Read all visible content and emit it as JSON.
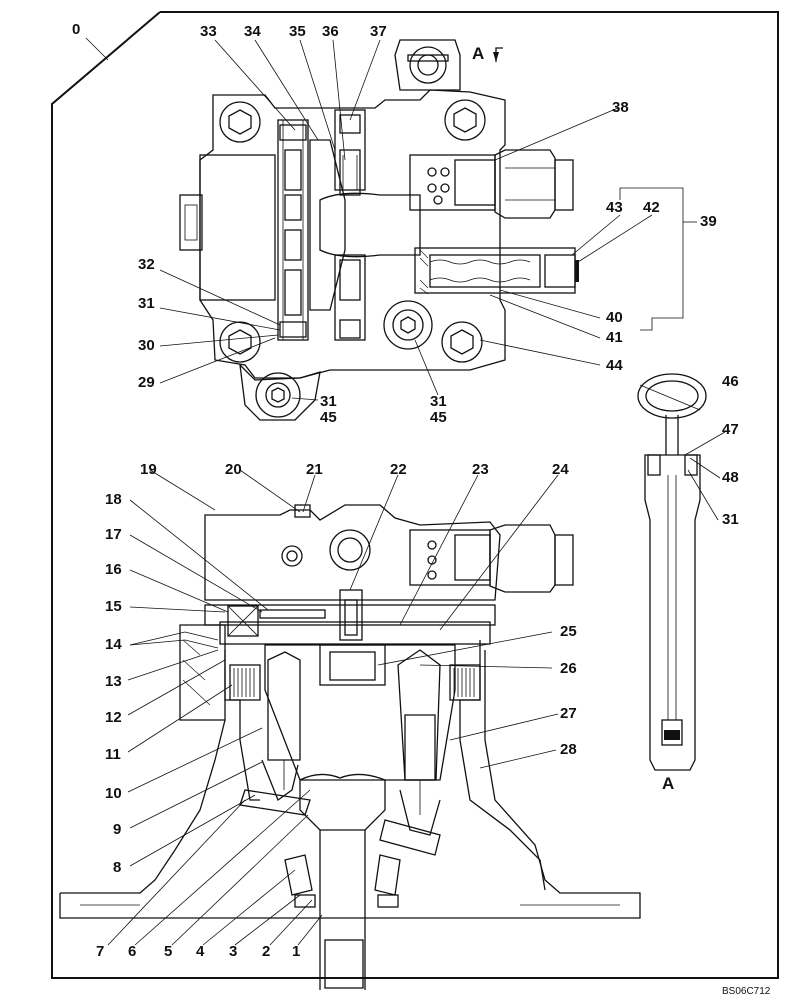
{
  "labels": {
    "l0": "0",
    "l1": "1",
    "l2": "2",
    "l3": "3",
    "l4": "4",
    "l5": "5",
    "l6": "6",
    "l7": "7",
    "l8": "8",
    "l9": "9",
    "l10": "10",
    "l11": "11",
    "l12": "12",
    "l13": "13",
    "l14": "14",
    "l15": "15",
    "l16": "16",
    "l17": "17",
    "l18": "18",
    "l19": "19",
    "l20": "20",
    "l21": "21",
    "l22": "22",
    "l23": "23",
    "l24": "24",
    "l25": "25",
    "l26": "26",
    "l27": "27",
    "l28": "28",
    "l29": "29",
    "l30": "30",
    "l31a": "31",
    "l31b": "31",
    "l31c": "31",
    "l31d": "31",
    "l32": "32",
    "l33": "33",
    "l34": "34",
    "l35": "35",
    "l36": "36",
    "l37": "37",
    "l38": "38",
    "l39": "39",
    "l40": "40",
    "l41": "41",
    "l42": "42",
    "l43": "43",
    "l44": "44",
    "l45a": "45",
    "l45b": "45",
    "l46": "46",
    "l47": "47",
    "l48": "48"
  },
  "view_marker": "A",
  "view_caption": "A",
  "drawing_code": "BS06C712"
}
